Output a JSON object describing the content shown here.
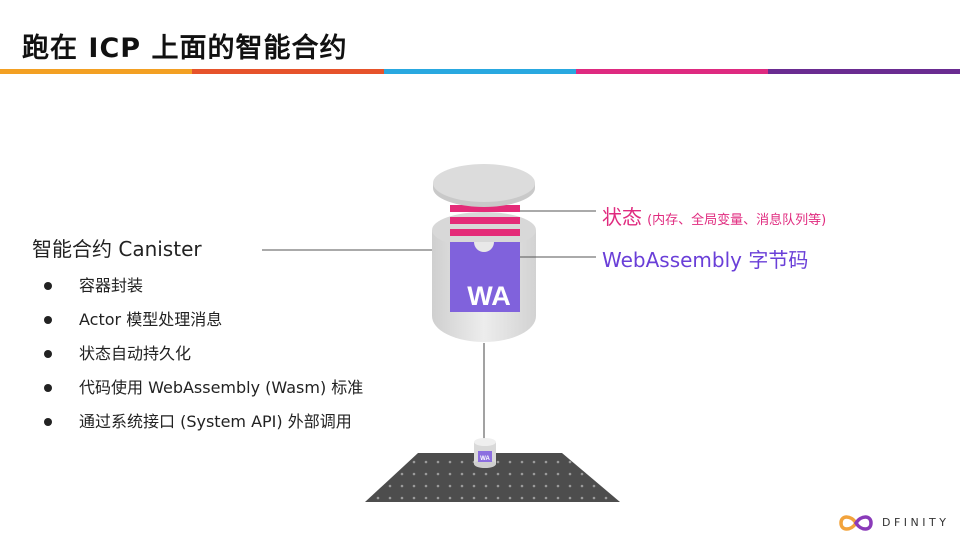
{
  "slide": {
    "title": "跑在 ICP 上面的智能合约",
    "heading": "智能合约 Canister",
    "bullets": [
      "容器封装",
      "Actor 模型处理消息",
      "状态自动持久化",
      "代码使用 WebAssembly (Wasm) 标准",
      "通过系统接口 (System API) 外部调用"
    ]
  },
  "diagram": {
    "state_label_main": "状态",
    "state_label_detail": "(内存、全局变量、消息队列等)",
    "wasm_label": "WebAssembly 字节码",
    "wasm_badge": "WA",
    "mini_badge": "WA"
  },
  "brand": {
    "logo_text": "DFINITY"
  },
  "colors": {
    "stripe": [
      "#f3a023",
      "#e6532b",
      "#29a8e0",
      "#de2a80",
      "#6a2c91"
    ],
    "state_pink": "#e02b7f",
    "wasm_purple": "#6a3fd8"
  }
}
